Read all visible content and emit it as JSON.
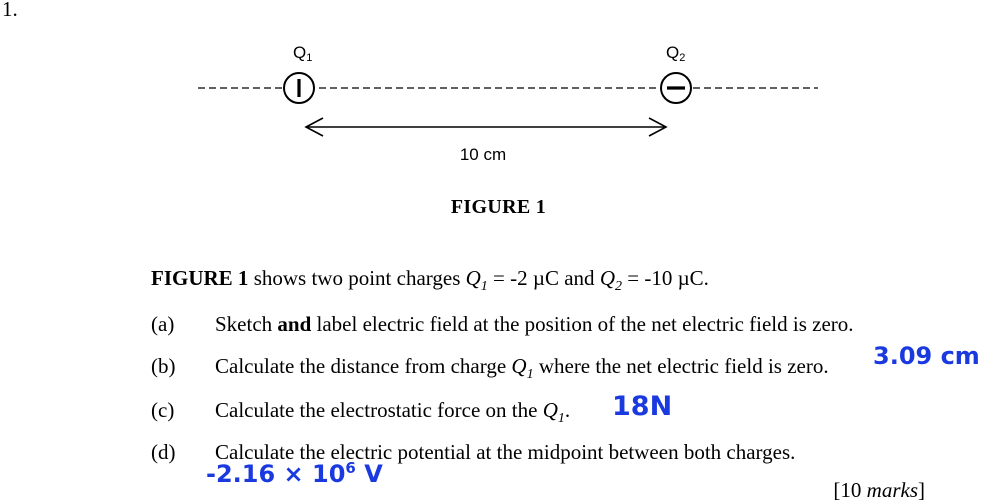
{
  "question_number": "1.",
  "figure": {
    "q1_label": "Q",
    "q1_sub": "1",
    "q2_label": "Q",
    "q2_sub": "2",
    "distance_label": "10 cm",
    "caption": "FIGURE 1"
  },
  "intro": {
    "fig_ref": "FIGURE 1",
    "text_a": " shows two point charges ",
    "q1": "Q",
    "q1_sub": "1",
    "q1_value": " = -2 µC and ",
    "q2": "Q",
    "q2_sub": "2",
    "q2_value": " = -10 µC."
  },
  "parts": {
    "a": {
      "label": "(a)",
      "text_pre": "Sketch ",
      "text_bold": "and",
      "text_post": " label electric field at the position of the net electric field is zero."
    },
    "b": {
      "label": "(b)",
      "text_pre": "Calculate the distance from charge ",
      "q": "Q",
      "q_sub": "1",
      "text_post": " where the net electric field is zero.",
      "answer": "3.09 cm"
    },
    "c": {
      "label": "(c)",
      "text_pre": "Calculate the electrostatic force on the ",
      "q": "Q",
      "q_sub": "1",
      "text_post": ".",
      "answer": "18N"
    },
    "d": {
      "label": "(d)",
      "text": "Calculate the electric potential at the midpoint between both charges.",
      "answer_pre": "-2.16 × 10",
      "answer_exp": "6",
      "answer_unit": " V"
    }
  },
  "marks": {
    "open": "[",
    "value": "10 ",
    "word": "marks",
    "close": "]"
  },
  "colors": {
    "handwriting": "#1a3ae0",
    "text": "#000000"
  }
}
